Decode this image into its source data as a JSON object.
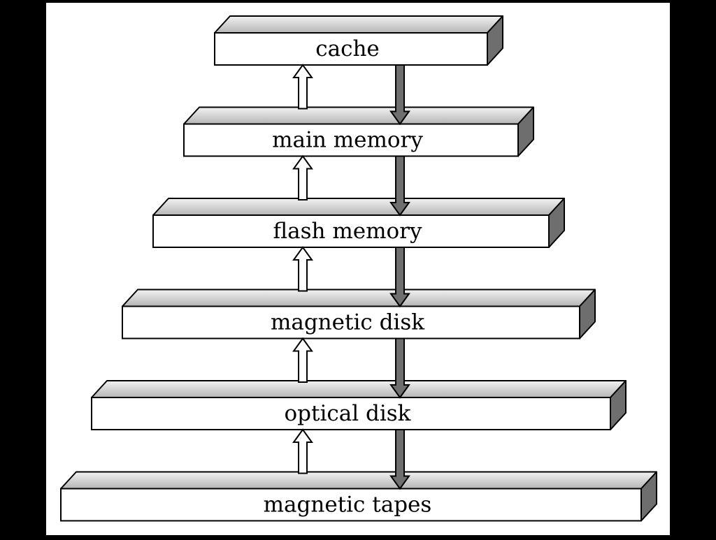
{
  "diagram": {
    "levels": [
      {
        "label": "cache"
      },
      {
        "label": "main memory"
      },
      {
        "label": "flash memory"
      },
      {
        "label": "magnetic disk"
      },
      {
        "label": "optical disk"
      },
      {
        "label": "magnetic tapes"
      }
    ]
  },
  "colors": {
    "background": "#000000",
    "panel": "#ffffff",
    "outline": "#000000",
    "box_front": "#ffffff",
    "box_top_light": "#f2f2f2",
    "box_top_dark": "#b5b5b5",
    "box_side": "#6e6e6e",
    "arrow_up_fill": "#ffffff",
    "arrow_down_fill": "#6f6f6f"
  }
}
